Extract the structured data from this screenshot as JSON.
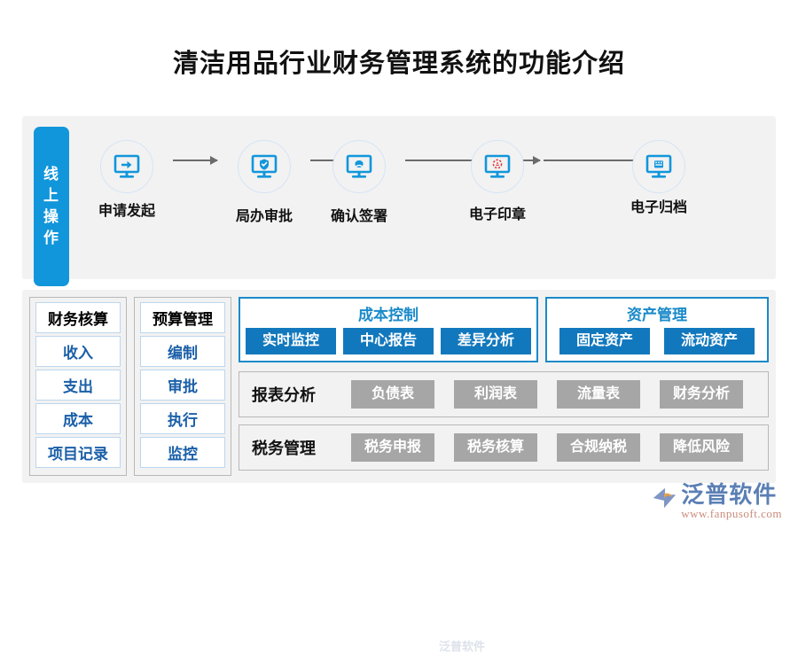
{
  "page_title": "清洁用品行业财务管理系统的功能介绍",
  "flow": {
    "tab_label": "线上操作",
    "tab_chars": [
      "线",
      "上",
      "操",
      "作"
    ],
    "steps": [
      {
        "label": "申请发起",
        "icon": "monitor-arrow-icon"
      },
      {
        "label": "局办审批",
        "icon": "monitor-shield-check-icon"
      },
      {
        "label": "确认签署",
        "icon": "monitor-signature-icon"
      },
      {
        "label": "电子印章",
        "icon": "monitor-stamp-icon"
      },
      {
        "label": "电子归档",
        "icon": "monitor-archive-icon"
      }
    ]
  },
  "modules": {
    "columns": [
      {
        "header": "财务核算",
        "items": [
          "收入",
          "支出",
          "成本",
          "项目记录"
        ]
      },
      {
        "header": "预算管理",
        "items": [
          "编制",
          "审批",
          "执行",
          "监控"
        ]
      }
    ],
    "cost_control": {
      "title": "成本控制",
      "buttons": [
        "实时监控",
        "中心报告",
        "差异分析"
      ]
    },
    "asset_management": {
      "title": "资产管理",
      "buttons": [
        "固定资产",
        "流动资产"
      ]
    },
    "report_analysis": {
      "title": "报表分析",
      "buttons": [
        "负债表",
        "利润表",
        "流量表",
        "财务分析"
      ]
    },
    "tax_management": {
      "title": "税务管理",
      "buttons": [
        "税务申报",
        "税务核算",
        "合规纳税",
        "降低风险"
      ]
    }
  },
  "logo": {
    "name": "泛普软件",
    "url": "www.fanpusoft.com",
    "watermark": "泛普软件"
  },
  "colors": {
    "brand_blue": "#1296db",
    "button_blue": "#1278bd",
    "button_gray": "#a6a6a6",
    "panel_gray": "#f2f2f2",
    "cell_text_blue": "#1a5fa8",
    "logo_purple": "#5b7fb5"
  }
}
